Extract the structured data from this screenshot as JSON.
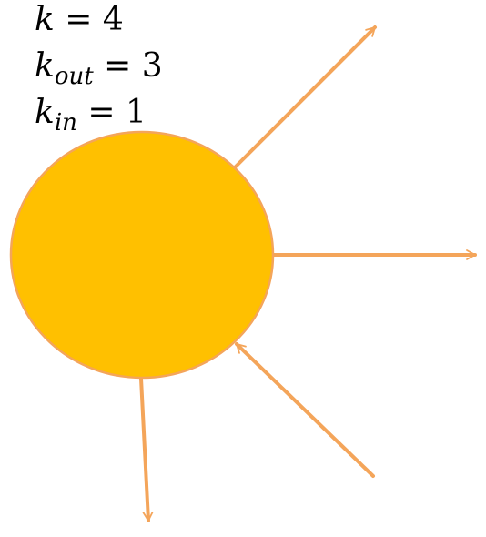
{
  "labels": {
    "k": {
      "symbol": "k",
      "subscript": "",
      "equals_value": " = 4"
    },
    "k_out": {
      "symbol": "k",
      "subscript": "out",
      "equals_value": " = 3"
    },
    "k_in": {
      "symbol": "k",
      "subscript": "in",
      "equals_value": " = 1"
    }
  },
  "colors": {
    "node_fill": "#FFC000",
    "node_stroke": "#F4A55A",
    "edge": "#F4A55A",
    "text": "#000000"
  },
  "edges": {
    "outgoing_count": 3,
    "incoming_count": 1
  }
}
